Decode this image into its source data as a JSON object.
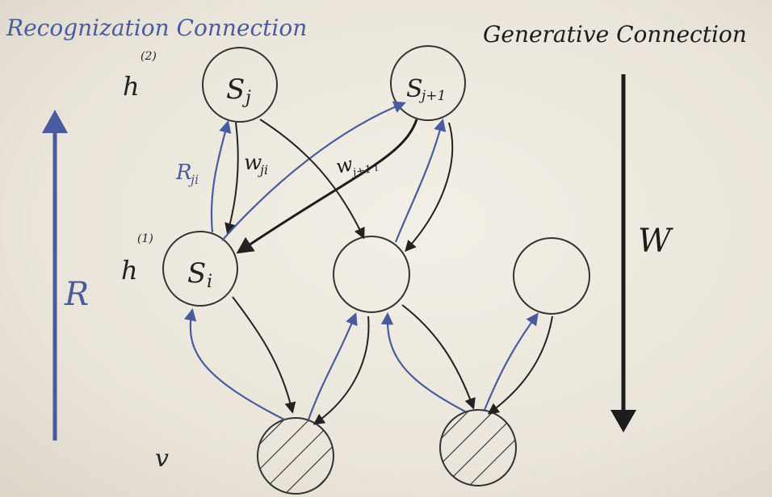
{
  "titles": {
    "recognition": "Recognization Connection",
    "generative": "Generative Connection"
  },
  "layers": {
    "top": "h",
    "top_sup": "(2)",
    "hidden": "h",
    "hidden_sup": "(1)",
    "visible": "v"
  },
  "nodes": {
    "sj": "S",
    "sj_sub": "j",
    "sj1": "S",
    "sj1_sub": "j+1",
    "si": "S",
    "si_sub": "i"
  },
  "weights": {
    "rji": "R",
    "rji_sub": "ji",
    "wji": "w",
    "wji_sub": "ji",
    "wj1i": "w",
    "wj1i_sub": "j+1 i"
  },
  "arrows": {
    "up_label": "R",
    "down_label": "W"
  },
  "colors": {
    "recognition": "#4a5a9e",
    "generative": "#1c1c1c",
    "ink": "#2a2a2a"
  }
}
